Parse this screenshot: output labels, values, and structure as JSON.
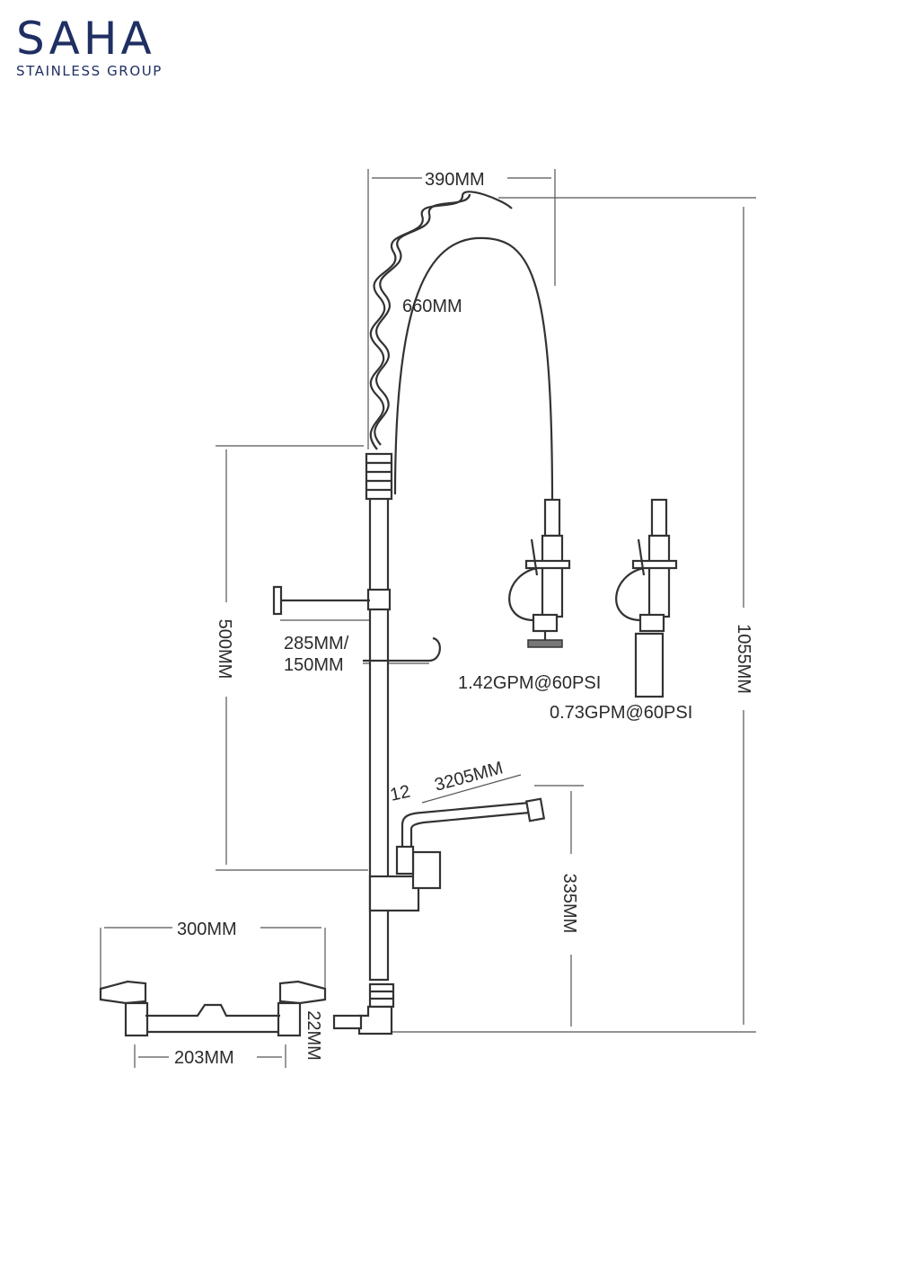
{
  "brand": {
    "logo_mark": "SAHA",
    "logo_sub": "STAINLESS GROUP",
    "color": "#1f2f63"
  },
  "dimensions": {
    "spring_width": "390MM",
    "hose_length": "660MM",
    "column_height": "500MM",
    "arm_lengths_a": "285MM/",
    "arm_lengths_b": "150MM",
    "spray_valve_a": "1.42GPM@60PSI",
    "spray_valve_b": "0.73GPM@60PSI",
    "total_height": "1055MM",
    "faucet_reach_num": "12",
    "faucet_reach": "3205MM",
    "faucet_height": "335MM",
    "mount_width": "300MM",
    "center_distance": "203MM",
    "inlet_size": "22MM"
  }
}
